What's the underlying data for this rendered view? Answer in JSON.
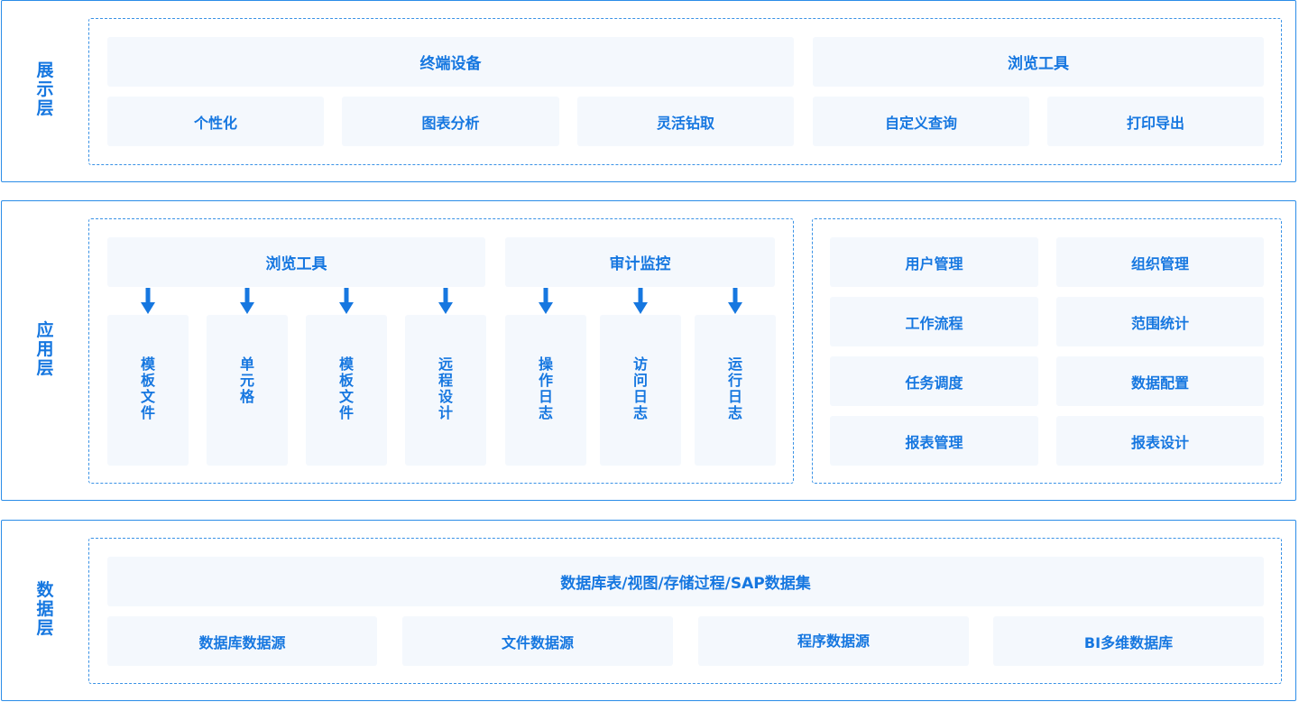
{
  "presentation": {
    "title": [
      "展",
      "示",
      "层"
    ],
    "top": [
      "终端设备",
      "浏览工具"
    ],
    "bottom": [
      "个性化",
      "图表分析",
      "灵活钻取",
      "自定义查询",
      "打印导出"
    ]
  },
  "application": {
    "title": [
      "应",
      "用",
      "层"
    ],
    "group_browse": "浏览工具",
    "group_audit": "审计监控",
    "browse_items": [
      [
        "模",
        "板",
        "文",
        "件"
      ],
      [
        "单",
        "元",
        "格"
      ],
      [
        "模",
        "板",
        "文",
        "件"
      ],
      [
        "远",
        "程",
        "设",
        "计"
      ]
    ],
    "audit_items": [
      [
        "操",
        "作",
        "日",
        "志"
      ],
      [
        "访",
        "问",
        "日",
        "志"
      ],
      [
        "运",
        "行",
        "日",
        "志"
      ]
    ],
    "management": [
      "用户管理",
      "组织管理",
      "工作流程",
      "范围统计",
      "任务调度",
      "数据配置",
      "报表管理",
      "报表设计"
    ]
  },
  "data_layer": {
    "title": [
      "数",
      "据",
      "层"
    ],
    "top": "数据库表/视图/存储过程/SAP数据集",
    "sources": [
      "数据库数据源",
      "文件数据源",
      "程序数据源",
      "BI多维数据库"
    ]
  },
  "colors": {
    "accent": "#1677e0",
    "border": "#2b8de8",
    "box_bg": "#f4f8fd"
  }
}
